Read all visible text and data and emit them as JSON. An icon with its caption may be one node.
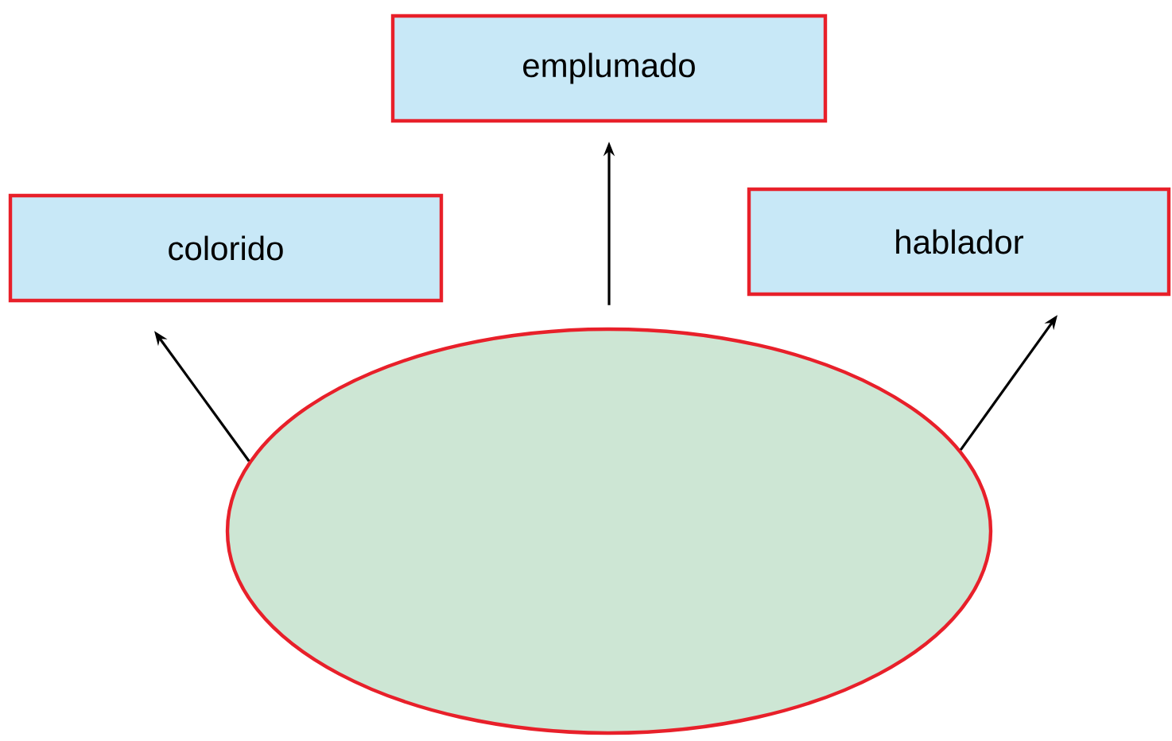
{
  "diagram": {
    "nodes": [
      {
        "text": [
          "emplumado"
        ]
      },
      {
        "text": [
          "colorido"
        ]
      },
      {
        "text": [
          "hablador"
        ]
      },
      {
        "text": [],
        "shape": "ellipse"
      }
    ],
    "edges": [
      {
        "from": 3,
        "to": 0,
        "arrow": "to"
      },
      {
        "from": 3,
        "to": 1,
        "arrow": "to"
      },
      {
        "from": 3,
        "to": 2,
        "arrow": "to"
      }
    ]
  }
}
